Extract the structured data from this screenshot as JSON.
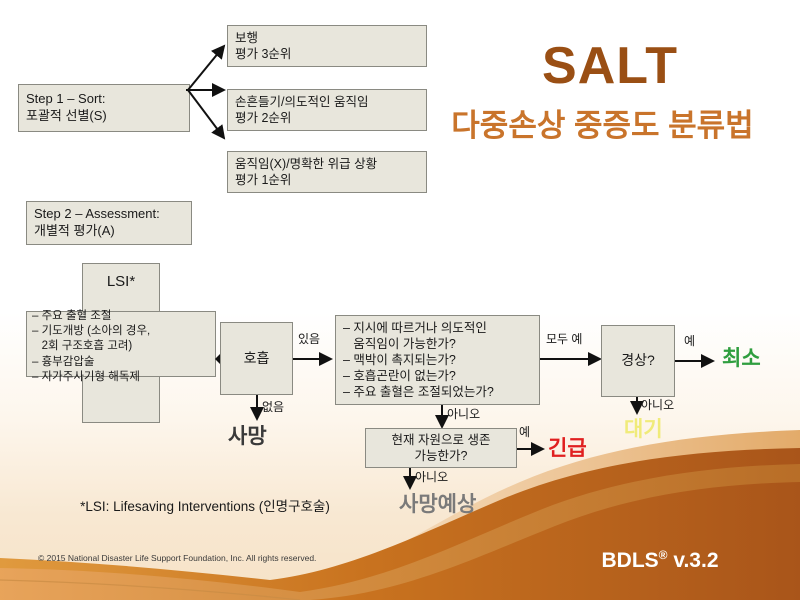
{
  "title": {
    "main": "SALT",
    "sub": "다중손상 중증도 분류법"
  },
  "steps": {
    "step1": "Step 1 – Sort:\n포괄적 선별(S)",
    "step2": "Step 2 – Assessment:\n개별적 평가(A)"
  },
  "sort_outcomes": [
    "보행\n평가 3순위",
    "손흔들기/의도적인 움직임\n평가 2순위",
    "움직임(X)/명확한 위급 상황\n평가 1순위"
  ],
  "lsi": {
    "title": "LSI*",
    "items": "– 주요 출혈 조절\n– 기도개방 (소아의 경우,\n   2회 구조호흡 고려)\n– 흉부감압술\n– 자가주사기형 해독제",
    "note": "*LSI: Lifesaving Interventions (인명구호술)"
  },
  "assessment": {
    "breathing_box": "호흡",
    "breathing_yes": "있음",
    "breathing_no": "없음",
    "questions": "– 지시에 따르거나 의도적인\n   움직임이 가능한가?\n– 맥박이 촉지되는가?\n– 호흡곤란이 없는가?\n– 주요 출혈은 조절되었는가?",
    "questions_all_yes": "모두 예",
    "questions_no": "아니오",
    "survivable_box": "현재 자원으로 생존\n가능한가?",
    "survivable_yes": "예",
    "survivable_no": "아니오",
    "minor_box": "경상?",
    "minor_yes": "예",
    "minor_no": "아니오"
  },
  "outcomes": {
    "dead": "사망",
    "expectant": "사망예상",
    "immediate": "긴급",
    "delayed": "대기",
    "minimal": "최소"
  },
  "colors": {
    "minimal": "#2f9e3f",
    "delayed": "#f0eb7a",
    "immediate": "#e02020",
    "expectant": "#7a7a7a",
    "dead": "#3a3a3a",
    "title_main": "#9a4f14",
    "title_sub": "#c9742b",
    "box_fill": "#e8e6dc",
    "box_stroke": "#8a8a82"
  },
  "footer": {
    "copyright": "©  2015 National Disaster Life Support Foundation, Inc. All rights reserved.",
    "brand": "BDLS",
    "brand_mark": "®",
    "version": " v.3.2"
  }
}
